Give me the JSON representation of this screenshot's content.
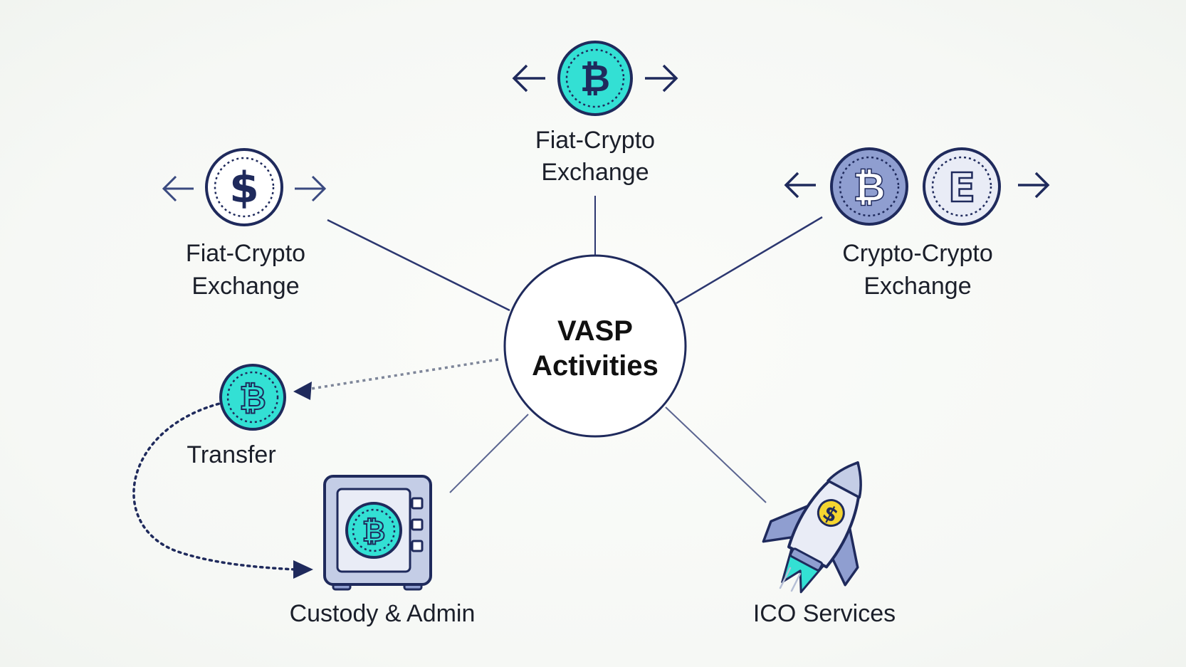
{
  "diagram": {
    "center": {
      "label_line1": "VASP",
      "label_line2": "Activities"
    },
    "nodes": {
      "fiat_crypto_top": {
        "label_line1": "Fiat-Crypto",
        "label_line2": "Exchange",
        "coin_icon": "bitcoin-coin-icon"
      },
      "fiat_crypto_left": {
        "label_line1": "Fiat-Crypto",
        "label_line2": "Exchange",
        "coin_icon": "dollar-coin-icon"
      },
      "crypto_crypto": {
        "label_line1": "Crypto-Crypto",
        "label_line2": "Exchange",
        "coin_icons": [
          "bitcoin-coin-icon",
          "ether-coin-icon"
        ]
      },
      "transfer": {
        "label": "Transfer",
        "coin_icon": "bitcoin-coin-icon"
      },
      "custody": {
        "label": "Custody & Admin",
        "icon": "safe-vault-icon"
      },
      "ico": {
        "label": "ICO Services",
        "icon": "rocket-icon"
      }
    },
    "glyphs": {
      "bitcoin": "₿",
      "dollar": "$",
      "ether": "E"
    },
    "colors": {
      "navy": "#1f2a5c",
      "teal": "#33e0d4",
      "slate_blue": "#8f9ed0",
      "pale": "#e9ecf6",
      "yellow": "#f5d530"
    }
  }
}
